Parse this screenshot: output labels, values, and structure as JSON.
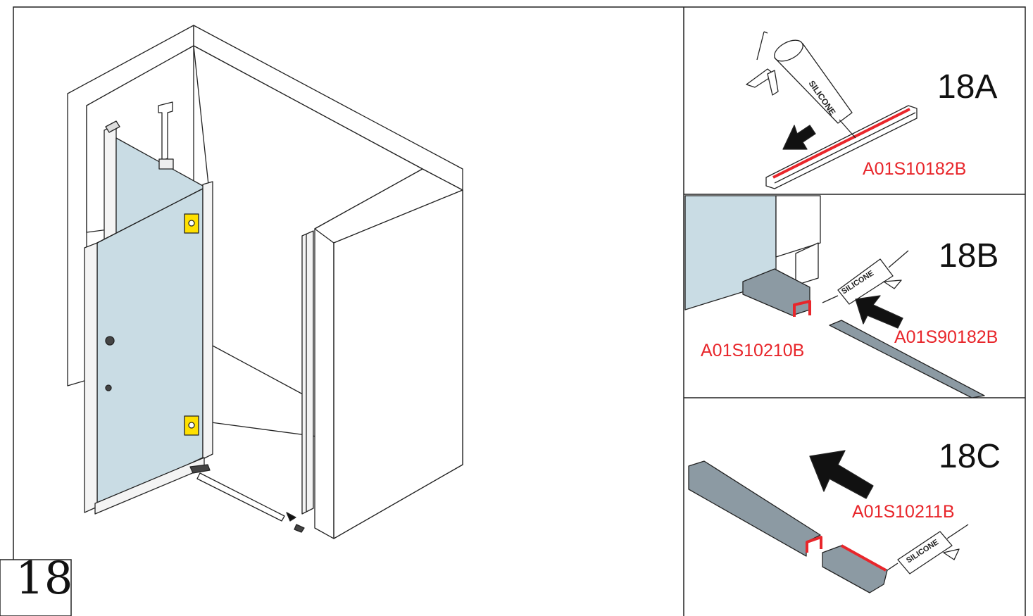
{
  "step": {
    "number": "18"
  },
  "panels": [
    {
      "id": "18A",
      "title": "18A",
      "code": "A01S10182B",
      "tube_label": "SILICONE"
    },
    {
      "id": "18B",
      "title": "18B",
      "codes": [
        "A01S10210B",
        "A01S90182B"
      ],
      "tube_label": "SILICONE"
    },
    {
      "id": "18C",
      "title": "18C",
      "code": "A01S10211B",
      "tube_label": "SILICONE"
    }
  ],
  "colors": {
    "accent_red": "#e8262b",
    "glass": "#c9dce4",
    "profile_grey": "#8c9aa3",
    "warning_yellow": "#ffe000"
  }
}
